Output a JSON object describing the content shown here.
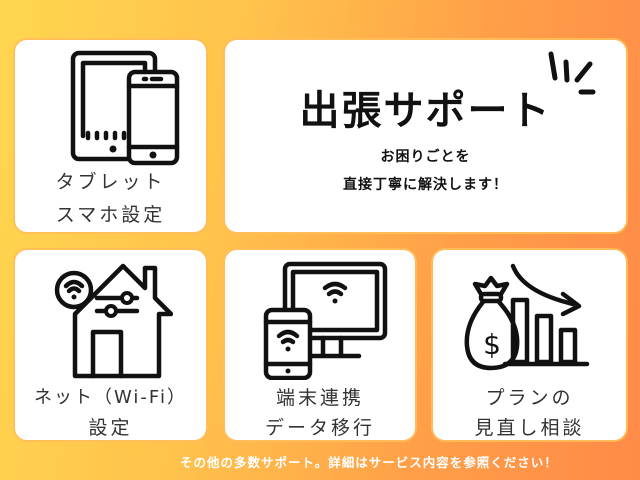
{
  "colors": {
    "gradient_start": "#ffd64f",
    "gradient_end": "#ff8a48",
    "card_bg": "#ffffff",
    "card_border": "#ffbe5a",
    "icon_stroke": "#111111",
    "label_text": "#333333",
    "footer_text": "#ffffff"
  },
  "hero": {
    "title": "出張サポート",
    "subtitle_line1": "お困りごとを",
    "subtitle_line2": "直接丁寧に解決します！",
    "icon": "burst-lines-icon"
  },
  "cards": [
    {
      "icon": "tablet-smartphone-icon",
      "line1": "タブレット",
      "line2": "スマホ設定"
    },
    {
      "icon": "house-wifi-icon",
      "line1": "ネット（Wi-Fi）",
      "line2": "設定"
    },
    {
      "icon": "monitor-phone-wifi-icon",
      "line1": "端末連携",
      "line2": "データ移行"
    },
    {
      "icon": "money-bag-chart-down-icon",
      "line1": "プランの",
      "line2": "見直し相談"
    }
  ],
  "footer": {
    "text": "その他の多数サポート。詳細はサービス内容を参照ください！"
  }
}
